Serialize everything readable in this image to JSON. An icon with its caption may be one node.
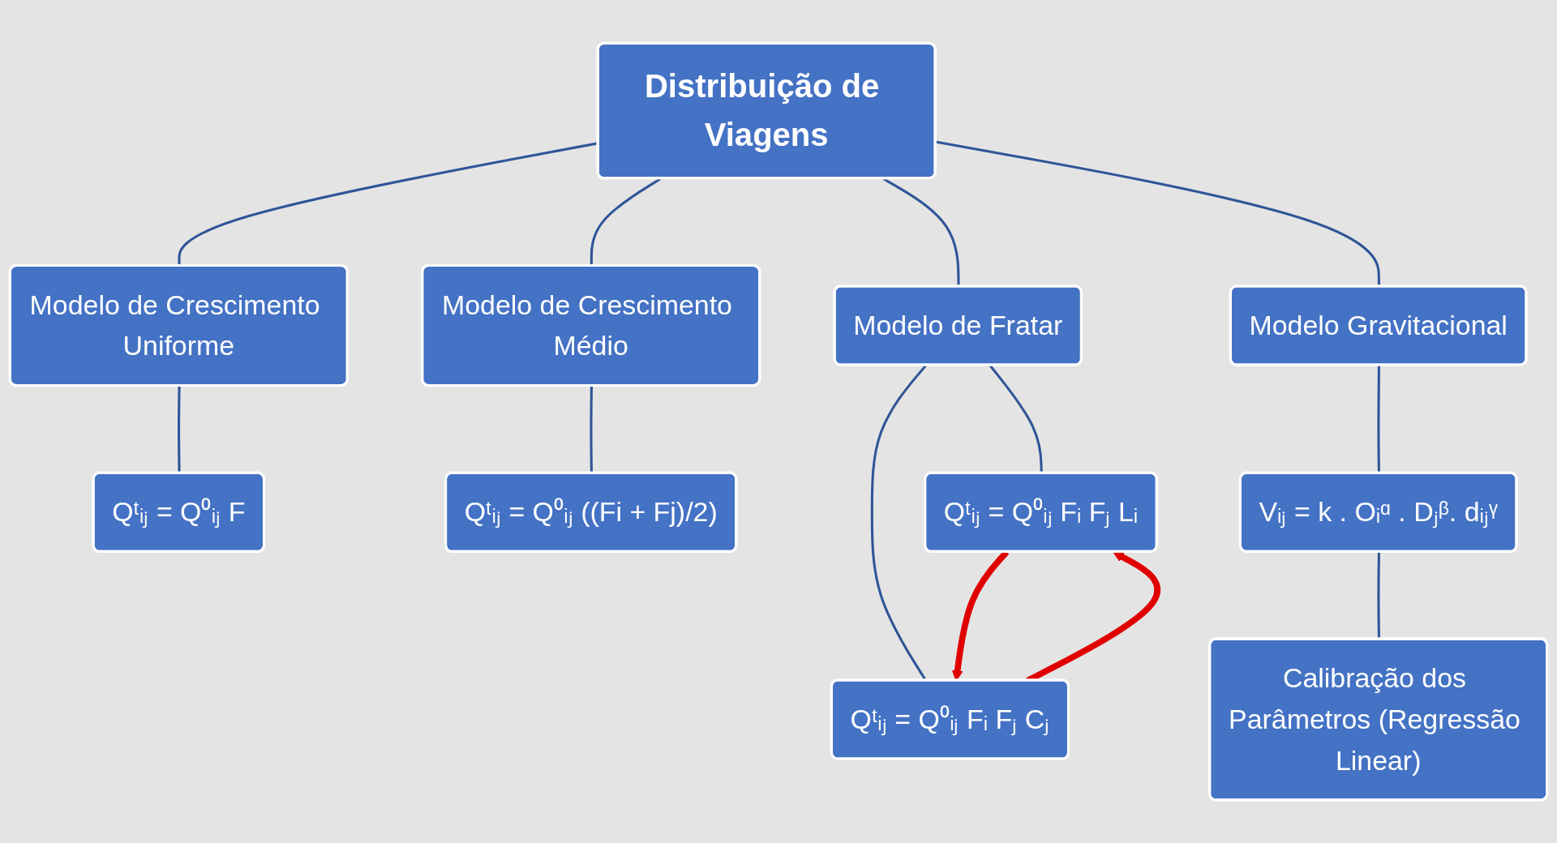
{
  "diagram": {
    "nodes": [
      {
        "text": [
          "Distribuição de Viagens"
        ]
      },
      {
        "text": [
          "Modelo de Crescimento Uniforme"
        ]
      },
      {
        "text": [
          "Modelo de Crescimento Médio"
        ]
      },
      {
        "text": [
          "Modelo de Fratar"
        ]
      },
      {
        "text": [
          "Modelo Gravitacional"
        ]
      },
      {
        "text": [
          "Qᵗᵢⱼ = Q⁰ᵢⱼ F"
        ]
      },
      {
        "text": [
          "Qᵗᵢⱼ = Q⁰ᵢⱼ ((Fi + Fj)/2)"
        ]
      },
      {
        "text": [
          "Qᵗᵢⱼ = Q⁰ᵢⱼ Fᵢ Fⱼ Lᵢ"
        ]
      },
      {
        "text": [
          "Qᵗᵢⱼ = Q⁰ᵢⱼ Fᵢ Fⱼ Cⱼ"
        ]
      },
      {
        "text": [
          "Vᵢⱼ = k . Oᵢᵅ . Dⱼᵝ. dᵢⱼᵞ"
        ]
      },
      {
        "text": [
          "Calibração dos Parâmetros (Regressão Linear)"
        ]
      }
    ],
    "edges": [
      {
        "from": 0,
        "to": 1,
        "arrow": "none"
      },
      {
        "from": 0,
        "to": 2,
        "arrow": "none"
      },
      {
        "from": 0,
        "to": 3,
        "arrow": "none"
      },
      {
        "from": 0,
        "to": 4,
        "arrow": "none"
      },
      {
        "from": 1,
        "to": 5,
        "arrow": "none"
      },
      {
        "from": 2,
        "to": 6,
        "arrow": "none"
      },
      {
        "from": 3,
        "to": 7,
        "arrow": "none"
      },
      {
        "from": 3,
        "to": 8,
        "arrow": "none"
      },
      {
        "from": 4,
        "to": 9,
        "arrow": "none"
      },
      {
        "from": 9,
        "to": 10,
        "arrow": "none"
      },
      {
        "from": 8,
        "to": 7,
        "arrow": "to",
        "style": "thick",
        "color": "#e00000"
      },
      {
        "from": 7,
        "to": 8,
        "arrow": "to",
        "style": "thick",
        "color": "#e00000"
      }
    ]
  }
}
